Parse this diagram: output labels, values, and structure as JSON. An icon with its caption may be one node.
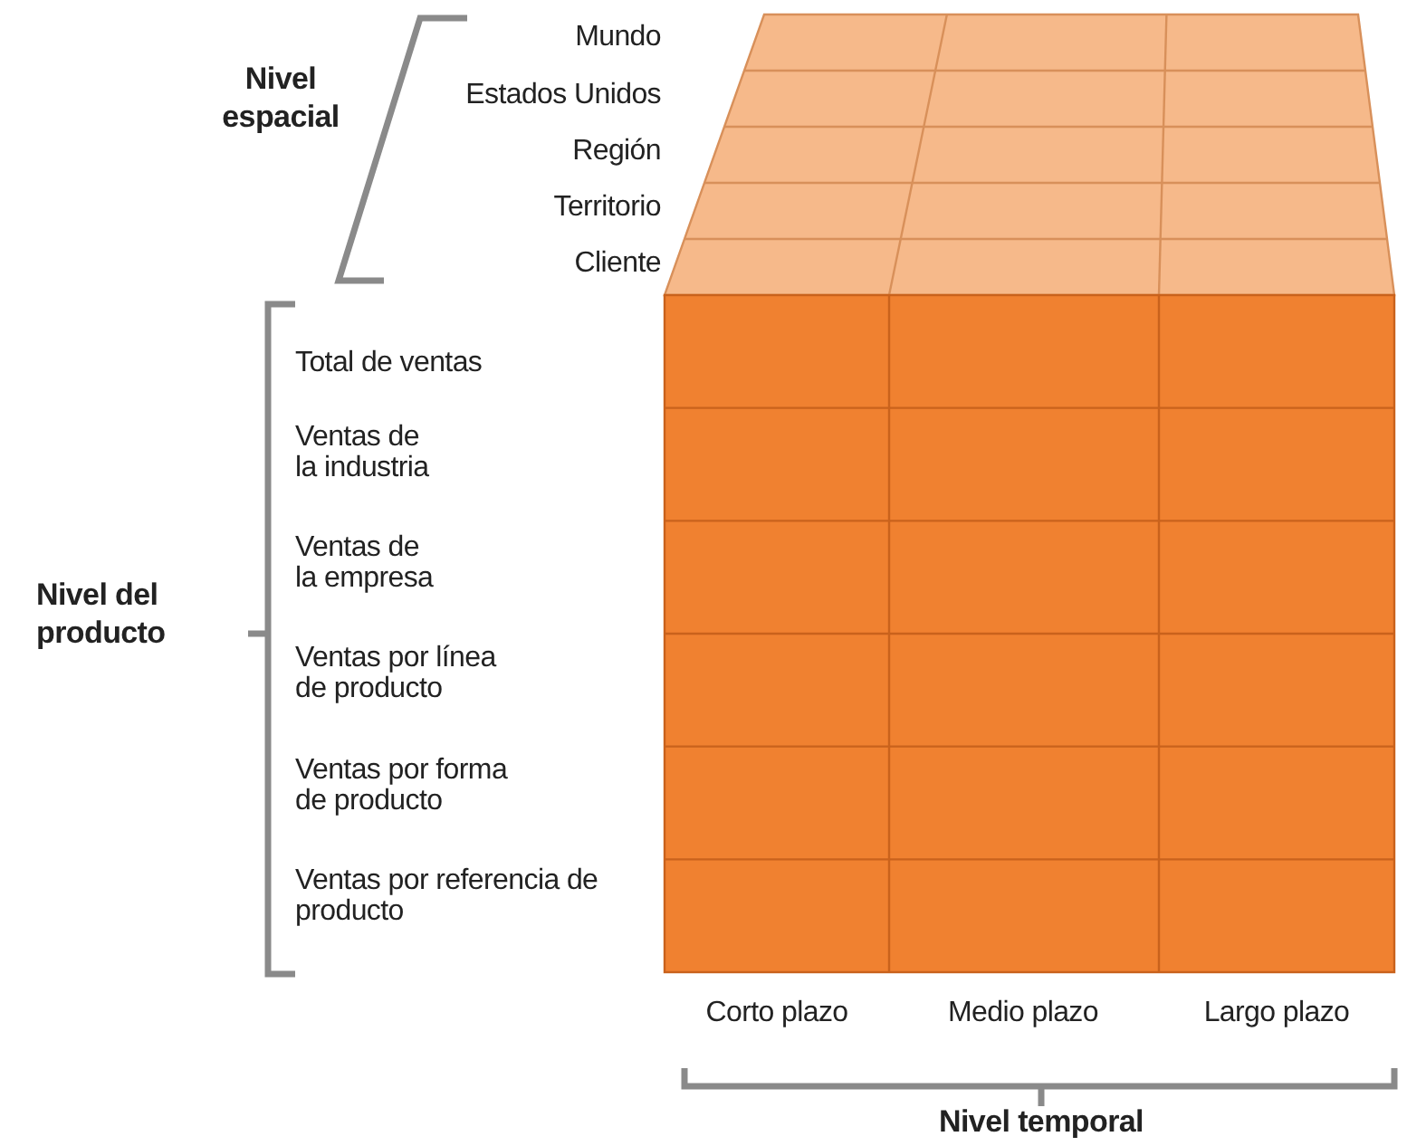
{
  "diagram": {
    "labels": [
      "Nivel espacial",
      "Mundo",
      "Estados Unidos",
      "Región",
      "Territorio",
      "Cliente",
      "Total de ventas",
      "Ventas de la industria",
      "Ventas de la empresa",
      "Nivel del producto",
      "Ventas por línea de producto",
      "Ventas por forma de producto",
      "Ventas por referencia de producto",
      "Corto plazo",
      "Medio plazo",
      "Largo plazo",
      "Nivel temporal"
    ]
  }
}
